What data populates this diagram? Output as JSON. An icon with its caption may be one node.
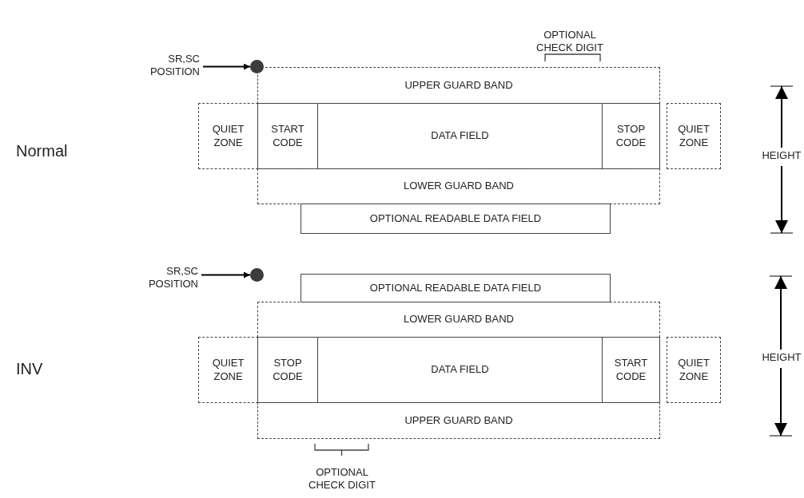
{
  "diagram": {
    "nodes": [
      {
        "text": [
          "SR,SC POSITION"
        ]
      },
      {
        "text": [],
        "shape": "circle"
      },
      {
        "text": [
          "UPPER GUARD BAND"
        ]
      },
      {
        "text": [
          "QUIET ZONE"
        ]
      },
      {
        "text": [
          "START CODE"
        ]
      },
      {
        "text": [
          "DATA FIELD"
        ]
      },
      {
        "text": [
          "STOP CODE"
        ]
      },
      {
        "text": [
          "QUIET ZONE"
        ]
      },
      {
        "text": [
          "LOWER GUARD BAND"
        ]
      },
      {
        "text": [
          "OPTIONAL READABLE DATA FIELD"
        ]
      },
      {
        "text": [
          "SR,SC POSITION"
        ]
      },
      {
        "text": [],
        "shape": "circle"
      },
      {
        "text": [
          "OPTIONAL READABLE DATA FIELD"
        ]
      },
      {
        "text": [
          "LOWER GUARD BAND"
        ]
      },
      {
        "text": [
          "QUIET ZONE"
        ]
      },
      {
        "text": [
          "STOP CODE"
        ]
      },
      {
        "text": [
          "DATA FIELD"
        ]
      },
      {
        "text": [
          "START CODE"
        ]
      },
      {
        "text": [
          "QUIET ZONE"
        ]
      },
      {
        "text": [
          "UPPER GUARD BAND"
        ]
      }
    ],
    "edges": [
      {
        "from": 0,
        "to": 1,
        "arrow": "to"
      },
      {
        "from": 10,
        "to": 11,
        "arrow": "to"
      }
    ],
    "labels": [
      "OPTIONAL CHECK DIGIT",
      "Normal",
      "HEIGHT",
      "INV",
      "HEIGHT",
      "OPTIONAL CHECK DIGIT"
    ]
  }
}
